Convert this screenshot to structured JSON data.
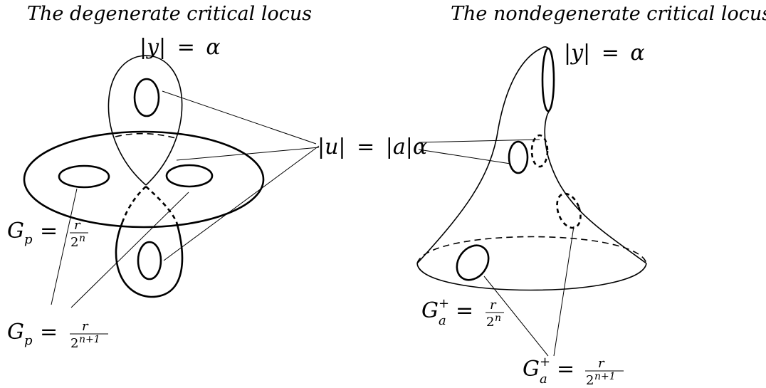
{
  "captions": {
    "left": "The degenerate critical locus",
    "right": "The nondegenerate critical locus"
  },
  "labels": {
    "y_alpha_left": {
      "lhs": "|y|",
      "eq": "=",
      "rhs": "α"
    },
    "y_alpha_right": {
      "lhs": "|y|",
      "eq": "=",
      "rhs": "α"
    },
    "u_alpha": {
      "lhs": "|u|",
      "eq": "=",
      "rhs": "|a|α"
    },
    "gp_n": {
      "base": "G",
      "sub": "p",
      "eq": "=",
      "num": "r",
      "den_base": "2",
      "den_exp": "n"
    },
    "gp_n1": {
      "base": "G",
      "sub": "p",
      "eq": "=",
      "num": "r",
      "den_base": "2",
      "den_exp": "n+1"
    },
    "ga_n": {
      "base": "G",
      "sup": "+",
      "sub": "a",
      "eq": "=",
      "num": "r",
      "den_base": "2",
      "den_exp": "n"
    },
    "ga_n1": {
      "base": "G",
      "sup": "+",
      "sub": "a",
      "eq": "=",
      "num": "r",
      "den_base": "2",
      "den_exp": "n+1"
    }
  }
}
